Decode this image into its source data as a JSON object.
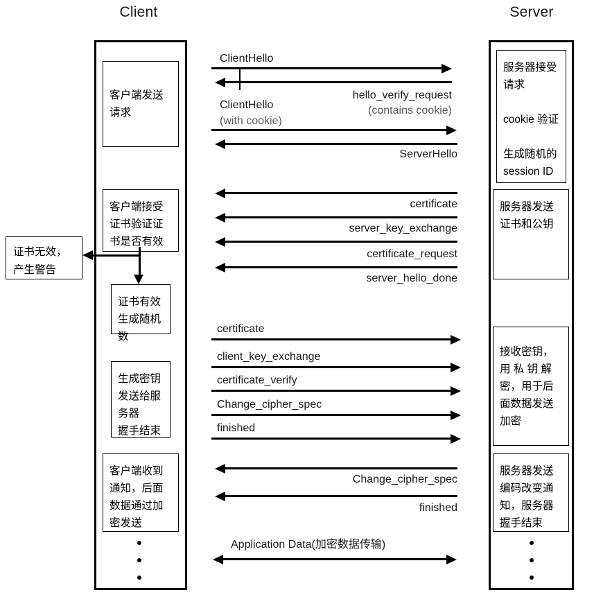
{
  "diagram": {
    "title_client": "Client",
    "title_server": "Server"
  },
  "client_notes": [
    {
      "id": "client-send-request",
      "text": "客户端发送\n请求"
    },
    {
      "id": "client-verify-cert",
      "text": "客户端接受\n证书验证证\n书是否有效"
    },
    {
      "id": "client-cert-valid",
      "text": "证书有效\n生成随机\n数"
    },
    {
      "id": "client-gen-key",
      "text": "生成密钥\n发送给服\n务器\n握手结束"
    },
    {
      "id": "client-notified",
      "text": "客户端收到\n通知，后面\n数据通过加\n密发送"
    }
  ],
  "alert_note": {
    "id": "cert-invalid-alert",
    "text": "证书无效，\n产生警告"
  },
  "server_notes": [
    {
      "id": "server-accept-request",
      "text": "服务器接受\n请求\n\ncookie 验证\n\n生成随机的\nsession ID"
    },
    {
      "id": "server-send-cert",
      "text": "服务器发送\n证书和公钥"
    },
    {
      "id": "server-recv-key",
      "text": "接收密钥，\n用 私 钥 解\n密，用于后\n面数据发送\n加密"
    },
    {
      "id": "server-change-cipher",
      "text": "服务器发送\n编码改变通\n知，服务器\n握手结束"
    }
  ],
  "messages": [
    {
      "id": "msg-client-hello-1",
      "label": "ClientHello",
      "sub": "",
      "direction": "right"
    },
    {
      "id": "msg-hello-verify",
      "label": "hello_verify_request",
      "sub": "(contains cookie)",
      "direction": "left"
    },
    {
      "id": "msg-client-hello-2",
      "label": "ClientHello",
      "sub": "(with cookie)",
      "direction": "right"
    },
    {
      "id": "msg-server-hello",
      "label": "ServerHello",
      "sub": "",
      "direction": "left"
    },
    {
      "id": "msg-certificate-s",
      "label": "certificate",
      "sub": "",
      "direction": "left"
    },
    {
      "id": "msg-server-key-exchange",
      "label": "server_key_exchange",
      "sub": "",
      "direction": "left"
    },
    {
      "id": "msg-certificate-request",
      "label": "certificate_request",
      "sub": "",
      "direction": "left"
    },
    {
      "id": "msg-server-hello-done",
      "label": "server_hello_done",
      "sub": "",
      "direction": "left"
    },
    {
      "id": "msg-certificate-c",
      "label": "certificate",
      "sub": "",
      "direction": "right"
    },
    {
      "id": "msg-client-key-exchange",
      "label": "client_key_exchange",
      "sub": "",
      "direction": "right"
    },
    {
      "id": "msg-certificate-verify",
      "label": "certificate_verify",
      "sub": "",
      "direction": "right"
    },
    {
      "id": "msg-change-cipher-c",
      "label": "Change_cipher_spec",
      "sub": "",
      "direction": "right"
    },
    {
      "id": "msg-finished-c",
      "label": "finished",
      "sub": "",
      "direction": "right"
    },
    {
      "id": "msg-change-cipher-s",
      "label": "Change_cipher_spec",
      "sub": "",
      "direction": "left"
    },
    {
      "id": "msg-finished-s",
      "label": "finished",
      "sub": "",
      "direction": "left"
    },
    {
      "id": "msg-application-data",
      "label": "Application Data(加密数据传输)",
      "sub": "",
      "direction": "both"
    }
  ]
}
